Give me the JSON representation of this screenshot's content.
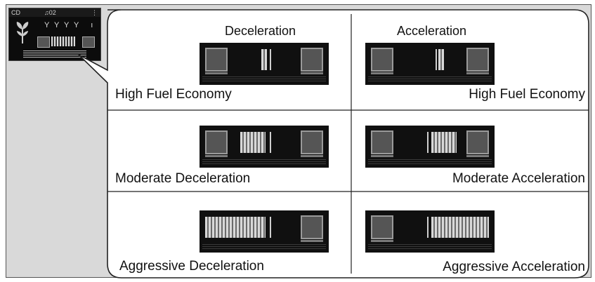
{
  "mini_display": {
    "source": "CD",
    "track": "02"
  },
  "panel": {
    "titles": {
      "deceleration": "Deceleration",
      "acceleration": "Acceleration"
    },
    "cells": [
      {
        "label": "High Fuel Economy",
        "side": "deceleration",
        "level": "minimal"
      },
      {
        "label": "High Fuel Economy",
        "side": "acceleration",
        "level": "minimal"
      },
      {
        "label": "Moderate Deceleration",
        "side": "deceleration",
        "level": "moderate"
      },
      {
        "label": "Moderate Acceleration",
        "side": "acceleration",
        "level": "moderate"
      },
      {
        "label": "Aggressive Deceleration",
        "side": "deceleration",
        "level": "aggressive"
      },
      {
        "label": "Aggressive Acceleration",
        "side": "acceleration",
        "level": "aggressive"
      }
    ]
  },
  "colors": {
    "frame_bg": "#d9d9d9",
    "panel_bg": "#ffffff",
    "screen_bg": "#101010"
  }
}
